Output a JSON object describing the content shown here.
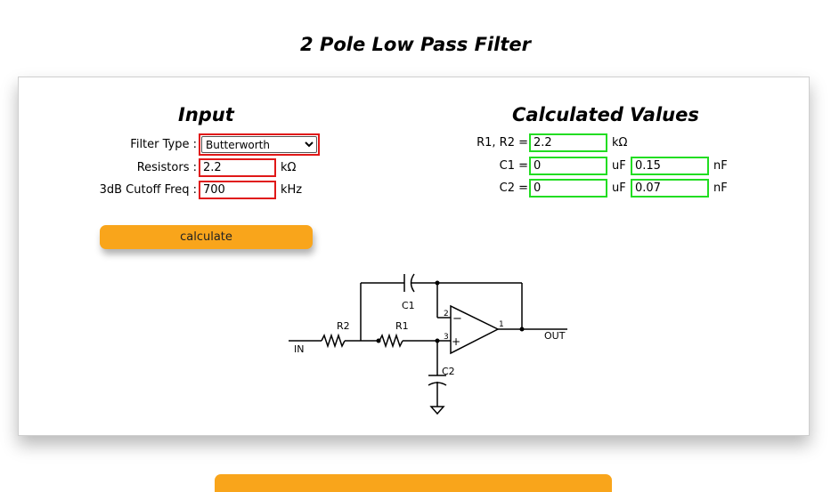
{
  "page": {
    "title": "2 Pole Low Pass Filter"
  },
  "input": {
    "title": "Input",
    "filter_type_label": "Filter Type :",
    "filter_type_value": "Butterworth",
    "resistors_label": "Resistors :",
    "resistors_value": "2.2",
    "resistors_unit": "kΩ",
    "cutoff_label": "3dB Cutoff Freq :",
    "cutoff_value": "700",
    "cutoff_unit": "kHz",
    "calculate_label": "calculate"
  },
  "calculated": {
    "title": "Calculated Values",
    "r_label": "R1, R2 =",
    "r_value": "2.2",
    "r_unit": "kΩ",
    "c1_label": "C1 =",
    "c1_uf_value": "0",
    "c1_uf_unit": "uF",
    "c1_nf_value": "0.15",
    "c1_nf_unit": "nF",
    "c2_label": "C2 =",
    "c2_uf_value": "0",
    "c2_uf_unit": "uF",
    "c2_nf_value": "0.07",
    "c2_nf_unit": "nF"
  },
  "schematic": {
    "in_label": "IN",
    "out_label": "OUT",
    "r1_label": "R1",
    "r2_label": "R2",
    "c1_label": "C1",
    "c2_label": "C2",
    "pin_minus": "2",
    "pin_plus": "3",
    "pin_out": "1",
    "minus_sign": "−",
    "plus_sign": "+"
  },
  "colors": {
    "accent": "#f9a51b",
    "input_border": "#e01818",
    "output_border": "#22dd22"
  }
}
